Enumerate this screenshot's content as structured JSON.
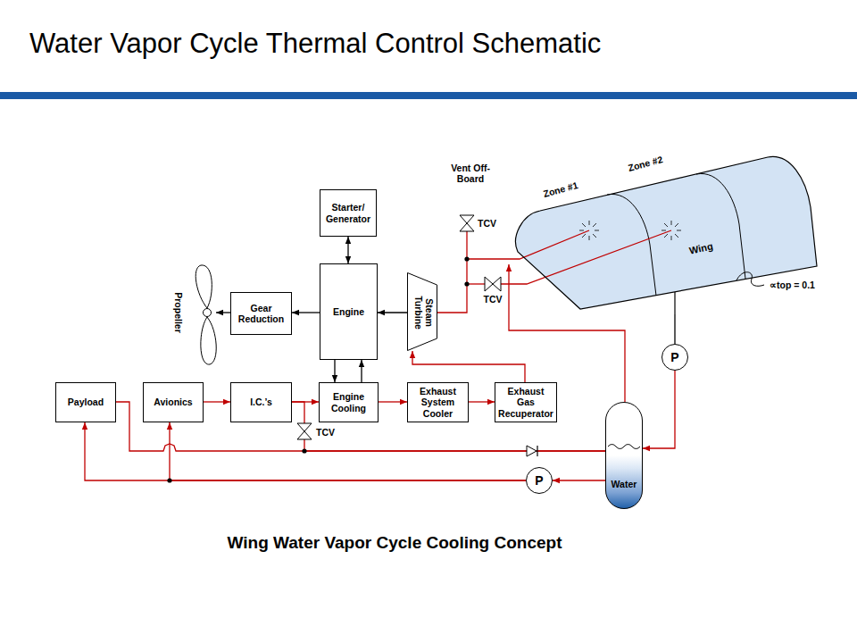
{
  "diagram": {
    "title": "Water Vapor Cycle Thermal Control Schematic",
    "caption": "Wing Water Vapor Cycle Cooling Concept",
    "nodes": [
      {
        "text": [
          "Starter/ Generator"
        ]
      },
      {
        "text": [
          "Wing"
        ]
      },
      {
        "text": [
          "Propeller"
        ]
      },
      {
        "text": [
          "Gear Reduction"
        ]
      },
      {
        "text": [
          "Engine"
        ]
      },
      {
        "text": [
          "Steam Turbine"
        ]
      },
      {
        "text": [
          "P"
        ]
      },
      {
        "text": [
          "Payload"
        ]
      },
      {
        "text": [
          "Avionics"
        ]
      },
      {
        "text": [
          "I.C.’s"
        ]
      },
      {
        "text": [
          "Engine Cooling"
        ]
      },
      {
        "text": [
          "Exhaust System Cooler"
        ]
      },
      {
        "text": [
          "Exhaust Gas Recuperator"
        ]
      },
      {
        "text": [
          "Water"
        ]
      },
      {
        "text": [
          "P"
        ]
      }
    ],
    "edges": [
      {
        "from": 0,
        "to": 4,
        "arrow": "both"
      },
      {
        "from": 4,
        "to": 3,
        "arrow": "to"
      },
      {
        "from": 3,
        "to": 2,
        "arrow": "to"
      },
      {
        "from": 5,
        "to": 4,
        "arrow": "to"
      },
      {
        "from": 4,
        "to": 10,
        "arrow": "to"
      },
      {
        "from": 10,
        "to": 4,
        "arrow": "to"
      },
      {
        "from": 8,
        "to": 9,
        "arrow": "to"
      },
      {
        "from": 9,
        "to": 10,
        "arrow": "to"
      },
      {
        "from": 10,
        "to": 11,
        "arrow": "to"
      },
      {
        "from": 11,
        "to": 12,
        "arrow": "to"
      },
      {
        "from": 12,
        "to": 5,
        "arrow": "to"
      },
      {
        "from": 5,
        "to": 1,
        "arrow": "none"
      },
      {
        "from": 13,
        "to": 1,
        "arrow": "to"
      },
      {
        "from": 1,
        "to": 6,
        "arrow": "none"
      },
      {
        "from": 6,
        "to": 13,
        "arrow": "to"
      },
      {
        "from": 13,
        "to": 14,
        "arrow": "to"
      },
      {
        "from": 14,
        "to": 7,
        "arrow": "to"
      },
      {
        "from": 14,
        "to": 8,
        "arrow": "to"
      },
      {
        "from": 7,
        "to": 13,
        "arrow": "none"
      },
      {
        "from": 9,
        "to": 13,
        "arrow": "none"
      }
    ],
    "labels": [
      "Vent Off-Board",
      "TCV",
      "TCV",
      "TCV",
      "Zone #1",
      "Zone #2",
      "∝top = 0.1"
    ]
  }
}
